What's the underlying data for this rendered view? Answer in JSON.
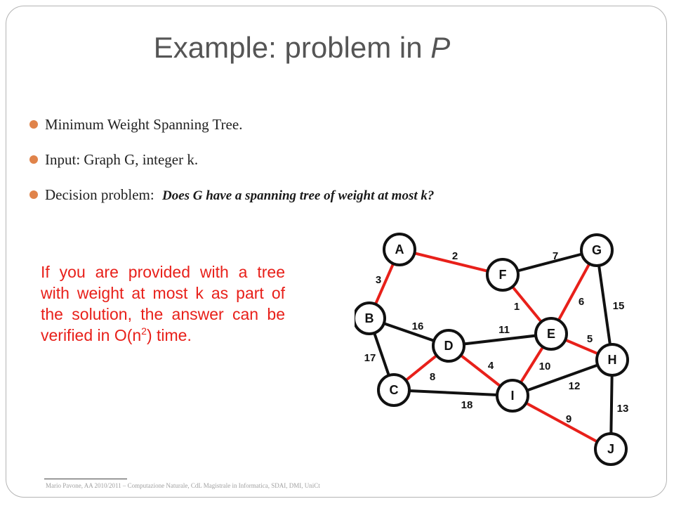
{
  "slide": {
    "title_prefix": "Example: problem in ",
    "title_italic": "P",
    "bullets": {
      "b1": "Minimum Weight Spanning Tree.",
      "b2": "Input: Graph G, integer k.",
      "b3_prefix": "Decision problem:",
      "b3_emph": "Does G have a spanning tree of weight at most k?"
    },
    "callout": {
      "text_before": "If you are provided with a tree with weight at most k as part of the solution, the answer can be verified in O(n",
      "superscript": "2",
      "text_after": ") time.",
      "color": "#e8201a"
    },
    "footer": "Mario Pavone, AA 2010/2011 – Computazione Naturale, CdL Magistrale in Informatica, SDAI, DMI, UniCt"
  },
  "graph": {
    "colors": {
      "tree_edge": "#e8201a",
      "other_edge": "#111111",
      "node_stroke": "#111111"
    },
    "nodes": [
      {
        "id": "A",
        "label": "A"
      },
      {
        "id": "B",
        "label": "B"
      },
      {
        "id": "C",
        "label": "C"
      },
      {
        "id": "D",
        "label": "D"
      },
      {
        "id": "E",
        "label": "E"
      },
      {
        "id": "F",
        "label": "F"
      },
      {
        "id": "G",
        "label": "G"
      },
      {
        "id": "H",
        "label": "H"
      },
      {
        "id": "I",
        "label": "I"
      },
      {
        "id": "J",
        "label": "J"
      }
    ],
    "edges": [
      {
        "from": "A",
        "to": "F",
        "weight": "2",
        "in_tree": true
      },
      {
        "from": "A",
        "to": "B",
        "weight": "3",
        "in_tree": true
      },
      {
        "from": "F",
        "to": "G",
        "weight": "7",
        "in_tree": false
      },
      {
        "from": "F",
        "to": "E",
        "weight": "1",
        "in_tree": true
      },
      {
        "from": "G",
        "to": "E",
        "weight": "6",
        "in_tree": true
      },
      {
        "from": "G",
        "to": "H",
        "weight": "15",
        "in_tree": false
      },
      {
        "from": "B",
        "to": "D",
        "weight": "16",
        "in_tree": false
      },
      {
        "from": "D",
        "to": "E",
        "weight": "11",
        "in_tree": false
      },
      {
        "from": "E",
        "to": "H",
        "weight": "5",
        "in_tree": true
      },
      {
        "from": "B",
        "to": "C",
        "weight": "17",
        "in_tree": false
      },
      {
        "from": "D",
        "to": "C",
        "weight": "8",
        "in_tree": true
      },
      {
        "from": "D",
        "to": "I",
        "weight": "4",
        "in_tree": true
      },
      {
        "from": "E",
        "to": "I",
        "weight": "10",
        "in_tree": true
      },
      {
        "from": "I",
        "to": "H",
        "weight": "12",
        "in_tree": false
      },
      {
        "from": "C",
        "to": "I",
        "weight": "18",
        "in_tree": false
      },
      {
        "from": "I",
        "to": "J",
        "weight": "9",
        "in_tree": true
      },
      {
        "from": "H",
        "to": "J",
        "weight": "13",
        "in_tree": false
      }
    ]
  }
}
